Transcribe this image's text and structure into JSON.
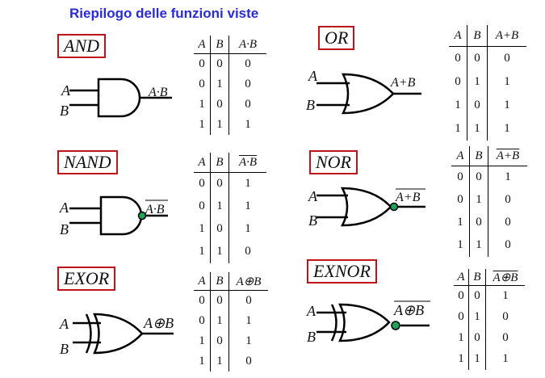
{
  "title": "Riepilogo delle funzioni viste",
  "gates": [
    {
      "name": "AND",
      "inputs": [
        "A",
        "B"
      ],
      "output": "A·B",
      "table": {
        "headers": [
          "A",
          "B",
          "A·B"
        ],
        "rows": [
          [
            "0",
            "0",
            "0"
          ],
          [
            "0",
            "1",
            "0"
          ],
          [
            "1",
            "0",
            "0"
          ],
          [
            "1",
            "1",
            "1"
          ]
        ]
      }
    },
    {
      "name": "OR",
      "inputs": [
        "A",
        "B"
      ],
      "output": "A+B",
      "table": {
        "headers": [
          "A",
          "B",
          "A+B"
        ],
        "rows": [
          [
            "0",
            "0",
            "0"
          ],
          [
            "0",
            "1",
            "1"
          ],
          [
            "1",
            "0",
            "1"
          ],
          [
            "1",
            "1",
            "1"
          ]
        ]
      }
    },
    {
      "name": "NAND",
      "inputs": [
        "A",
        "B"
      ],
      "output": "A·B",
      "table": {
        "headers": [
          "A",
          "B",
          "A·B"
        ],
        "rows": [
          [
            "0",
            "0",
            "1"
          ],
          [
            "0",
            "1",
            "1"
          ],
          [
            "1",
            "0",
            "1"
          ],
          [
            "1",
            "1",
            "0"
          ]
        ]
      }
    },
    {
      "name": "NOR",
      "inputs": [
        "A",
        "B"
      ],
      "output": "A+B",
      "table": {
        "headers": [
          "A",
          "B",
          "A+B"
        ],
        "rows": [
          [
            "0",
            "0",
            "1"
          ],
          [
            "0",
            "1",
            "0"
          ],
          [
            "1",
            "0",
            "0"
          ],
          [
            "1",
            "1",
            "0"
          ]
        ]
      }
    },
    {
      "name": "EXOR",
      "inputs": [
        "A",
        "B"
      ],
      "output": "A⊕B",
      "table": {
        "headers": [
          "A",
          "B",
          "A⊕B"
        ],
        "rows": [
          [
            "0",
            "0",
            "0"
          ],
          [
            "0",
            "1",
            "1"
          ],
          [
            "1",
            "0",
            "1"
          ],
          [
            "1",
            "1",
            "0"
          ]
        ]
      }
    },
    {
      "name": "EXNOR",
      "inputs": [
        "A",
        "B"
      ],
      "output": "A⊕B",
      "table": {
        "headers": [
          "A",
          "B",
          "A⊕B"
        ],
        "rows": [
          [
            "0",
            "0",
            "1"
          ],
          [
            "0",
            "1",
            "0"
          ],
          [
            "1",
            "0",
            "0"
          ],
          [
            "1",
            "1",
            "1"
          ]
        ]
      }
    }
  ],
  "colors": {
    "title": "#2b2bd4",
    "label_border": "#c0141c",
    "negation_bubble": "#1fa35a"
  }
}
